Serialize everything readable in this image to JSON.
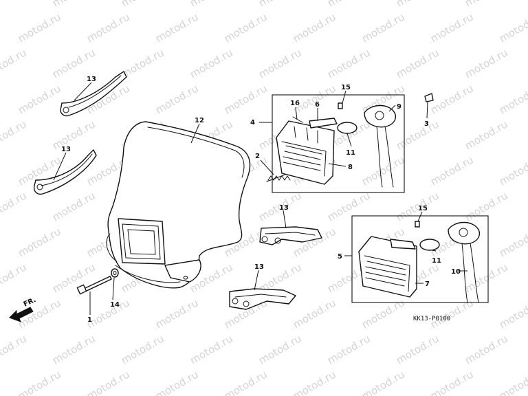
{
  "watermark": "motod.ru",
  "diagram_code": "KK13-P0100",
  "direction_label": "FR.",
  "callouts": {
    "c1": "1",
    "c2": "2",
    "c3": "3",
    "c4": "4",
    "c5": "5",
    "c6": "6",
    "c7": "7",
    "c8": "8",
    "c9": "9",
    "c10": "10",
    "c11a": "11",
    "c11b": "11",
    "c12": "12",
    "c13a": "13",
    "c13b": "13",
    "c13c": "13",
    "c13d": "13",
    "c14": "14",
    "c15a": "15",
    "c15b": "15",
    "c16": "16"
  },
  "colors": {
    "line": "#111111",
    "watermark": "#d4d4d4",
    "background": "#ffffff"
  }
}
